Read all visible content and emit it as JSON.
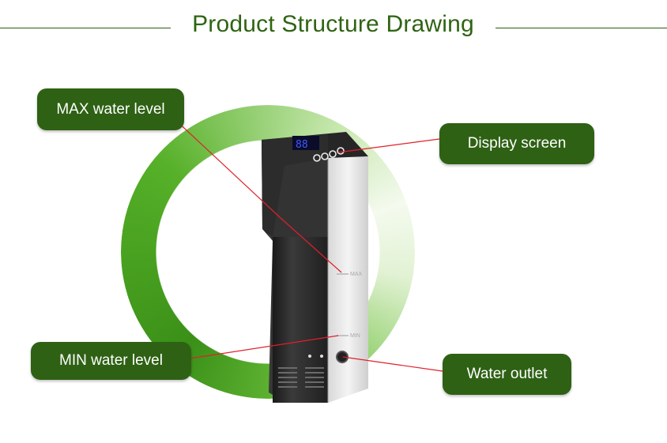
{
  "title": "Product Structure Drawing",
  "labels": {
    "max_water_level": "MAX water level",
    "display_screen": "Display screen",
    "min_water_level": "MIN water level",
    "water_outlet": "Water outlet"
  },
  "device": {
    "display_digits": "88",
    "mark_max": "MAX",
    "mark_min": "MIN"
  },
  "colors": {
    "label_bg": "#2e6114",
    "title": "#2f6412",
    "ring": "#4aa520",
    "leader_line": "#e0202a",
    "device_body": "#2b2b2b"
  }
}
